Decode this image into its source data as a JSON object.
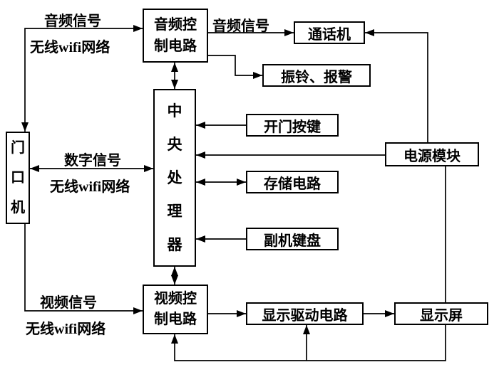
{
  "diagram": {
    "boxes": {
      "door_station": "门口机",
      "audio_control": "音频控\n制电路",
      "talk_unit": "通话机",
      "ring_alarm": "振铃、报警",
      "door_button": "开门按键",
      "cpu": "中央处理器",
      "power_module": "电源模块",
      "storage": "存储电路",
      "sub_keypad": "副机键盘",
      "video_control": "视频控\n制电路",
      "display_driver": "显示驱动电路",
      "display_screen": "显示屏"
    },
    "labels": {
      "audio_signal_top": "音频信号",
      "wifi_top": "无线wifi网络",
      "audio_signal_right": "音频信号",
      "digital_signal": "数字信号",
      "wifi_middle": "无线wifi网络",
      "video_signal": "视频信号",
      "wifi_bottom": "无线wifi网络"
    },
    "colors": {
      "line": "#000000",
      "background": "#ffffff"
    }
  }
}
